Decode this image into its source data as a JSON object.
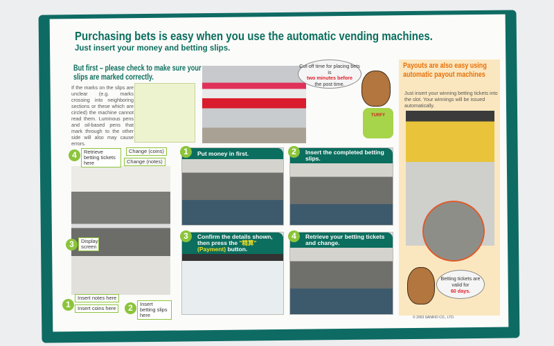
{
  "title": "Purchasing bets is easy when you use the automatic vending machines.",
  "subtitle": "Just insert your money and betting slips.",
  "check": {
    "heading": "But first – please check to make sure your slips are marked correctly.",
    "body": "If the marks on the slips are unclear (e.g. marks crossing into neighboring sections or these which are circled) the machine cannot read them. Luminous pens and oil-based pens that mark through to the other side will also may cause errors."
  },
  "cutoff": {
    "line1": "Cut-off time for placing bets is",
    "highlight": "two minutes before",
    "line2": "the post time."
  },
  "mascot": "TURFY",
  "machine_labels": {
    "retrieve": "Retrieve betting tickets here",
    "coins_change": "Change (coins)",
    "notes_change": "Change (notes)",
    "display": "Display screen",
    "notes": "Insert notes here",
    "coins": "Insert coins here",
    "slips": "Insert betting slips here",
    "n1": "1",
    "n2": "2",
    "n3": "3",
    "n4": "4"
  },
  "steps": [
    {
      "num": "1",
      "text": "Put money in first."
    },
    {
      "num": "2",
      "text": "Insert the completed betting slips."
    },
    {
      "num": "3",
      "text_a": "Confirm the details shown, then press the ",
      "highlight": "\"精算\"(Payment)",
      "text_b": " button."
    },
    {
      "num": "4",
      "text": "Retrieve your betting tickets and change."
    }
  ],
  "payout": {
    "heading": "Payouts are also easy using automatic payout machines",
    "body": "Just insert your winning betting tickets into the slot. Your winnings will be issued automatically."
  },
  "validity": {
    "line": "Betting tickets are valid for",
    "highlight": "60 days."
  },
  "copyright": "© 2003 SANRIO CO., LTD.",
  "colors": {
    "teal": "#0b6e5e",
    "green": "#8cc43a",
    "orange": "#e8700a",
    "red": "#e0202a"
  }
}
